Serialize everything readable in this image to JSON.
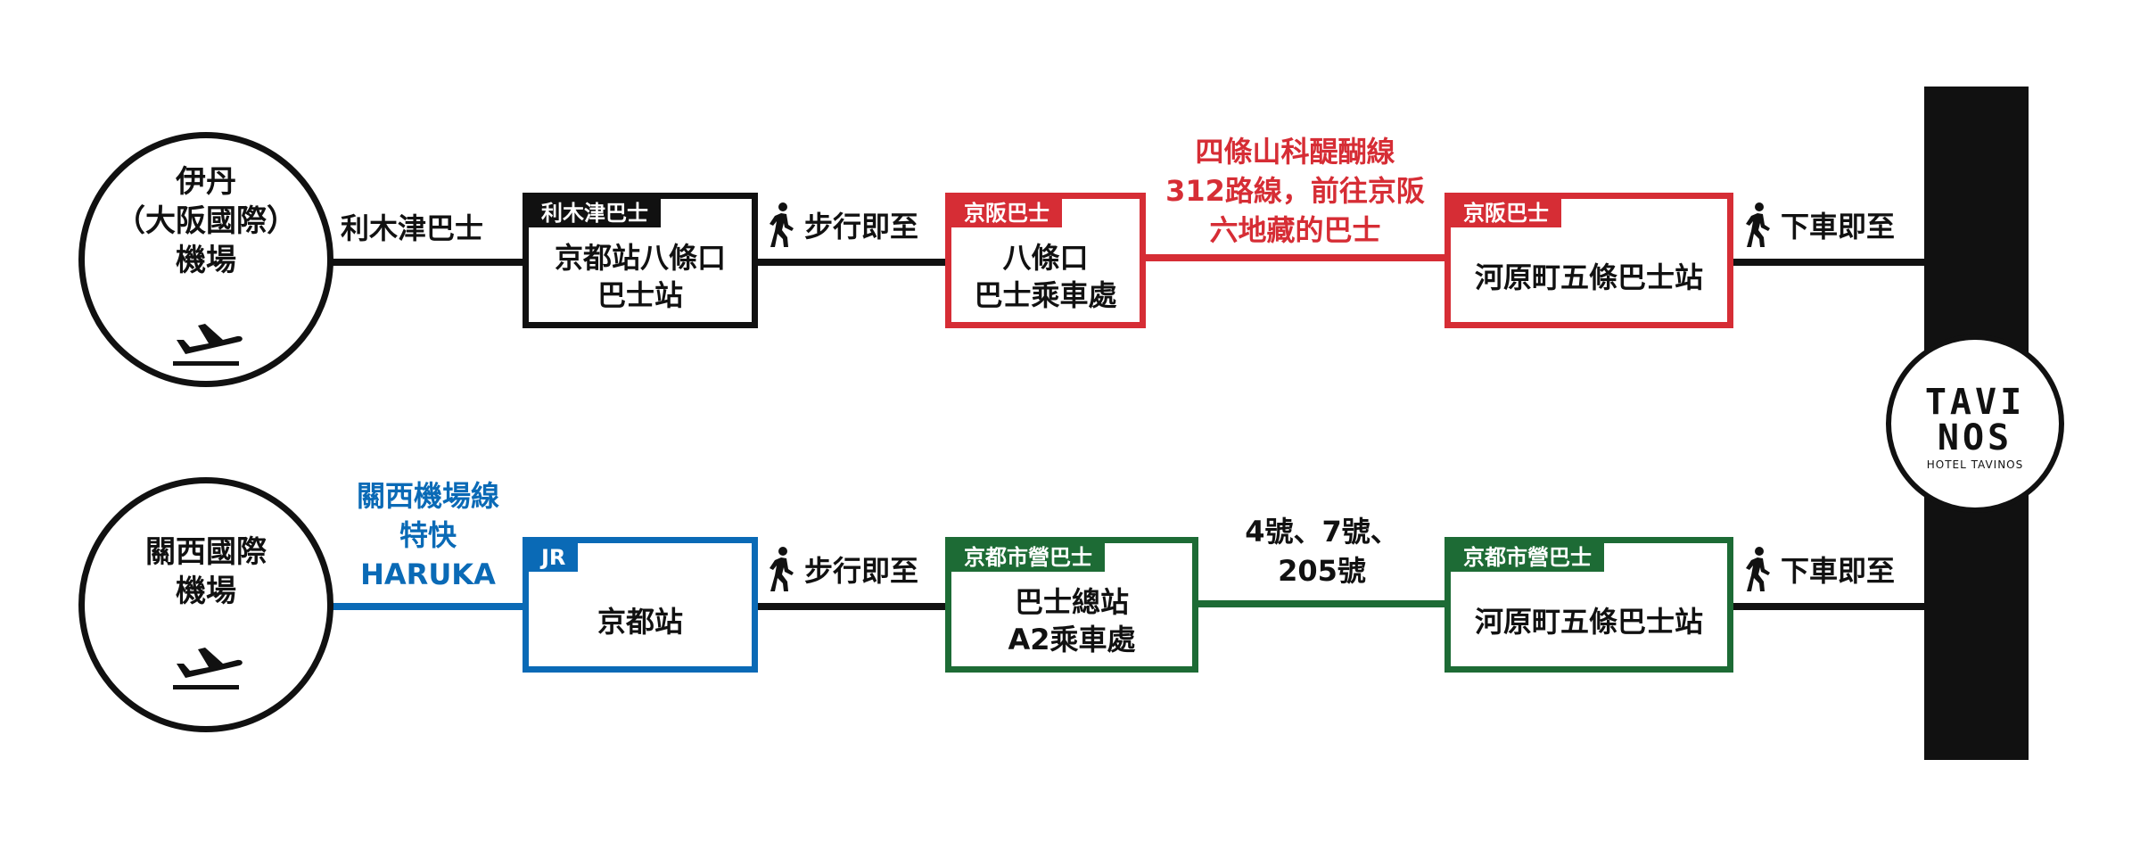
{
  "colors": {
    "black": "#111111",
    "red": "#d62d35",
    "blue": "#0a6ab6",
    "green": "#1d6b35"
  },
  "hotel": {
    "logo_line1": "TAVI",
    "logo_line2": "NOS",
    "logo_sub": "HOTEL TAVINOS"
  },
  "route1": {
    "airport_line1": "伊丹",
    "airport_line2": "（大阪國際）",
    "airport_line3": "機場",
    "airport_icon": "airplane-departure-icon",
    "seg1_label": "利木津巴士",
    "box1_tag": "利木津巴士",
    "box1_line1": "京都站八條口",
    "box1_line2": "巴士站",
    "walk1_label": "步行即至",
    "box2_tag": "京阪巴士",
    "box2_line1": "八條口",
    "box2_line2": "巴士乘車處",
    "seg3_line1": "四條山科醍醐線",
    "seg3_line2": "312路線，前往京阪",
    "seg3_line3": "六地藏的巴士",
    "box3_tag": "京阪巴士",
    "box3_line1": "河原町五條巴士站",
    "walk2_label": "下車即至"
  },
  "route2": {
    "airport_line1": "關西國際",
    "airport_line2": "機場",
    "airport_icon": "airplane-departure-icon",
    "seg1_line1": "關西機場線",
    "seg1_line2": "特快",
    "seg1_line3": "HARUKA",
    "box1_tag": "JR",
    "box1_line1": "京都站",
    "walk1_label": "步行即至",
    "box2_tag": "京都市營巴士",
    "box2_line1": "巴士總站",
    "box2_line2": "A2乘車處",
    "seg3_line1": "4號、7號、",
    "seg3_line2": "205號",
    "box3_tag": "京都市營巴士",
    "box3_line1": "河原町五條巴士站",
    "walk2_label": "下車即至"
  }
}
